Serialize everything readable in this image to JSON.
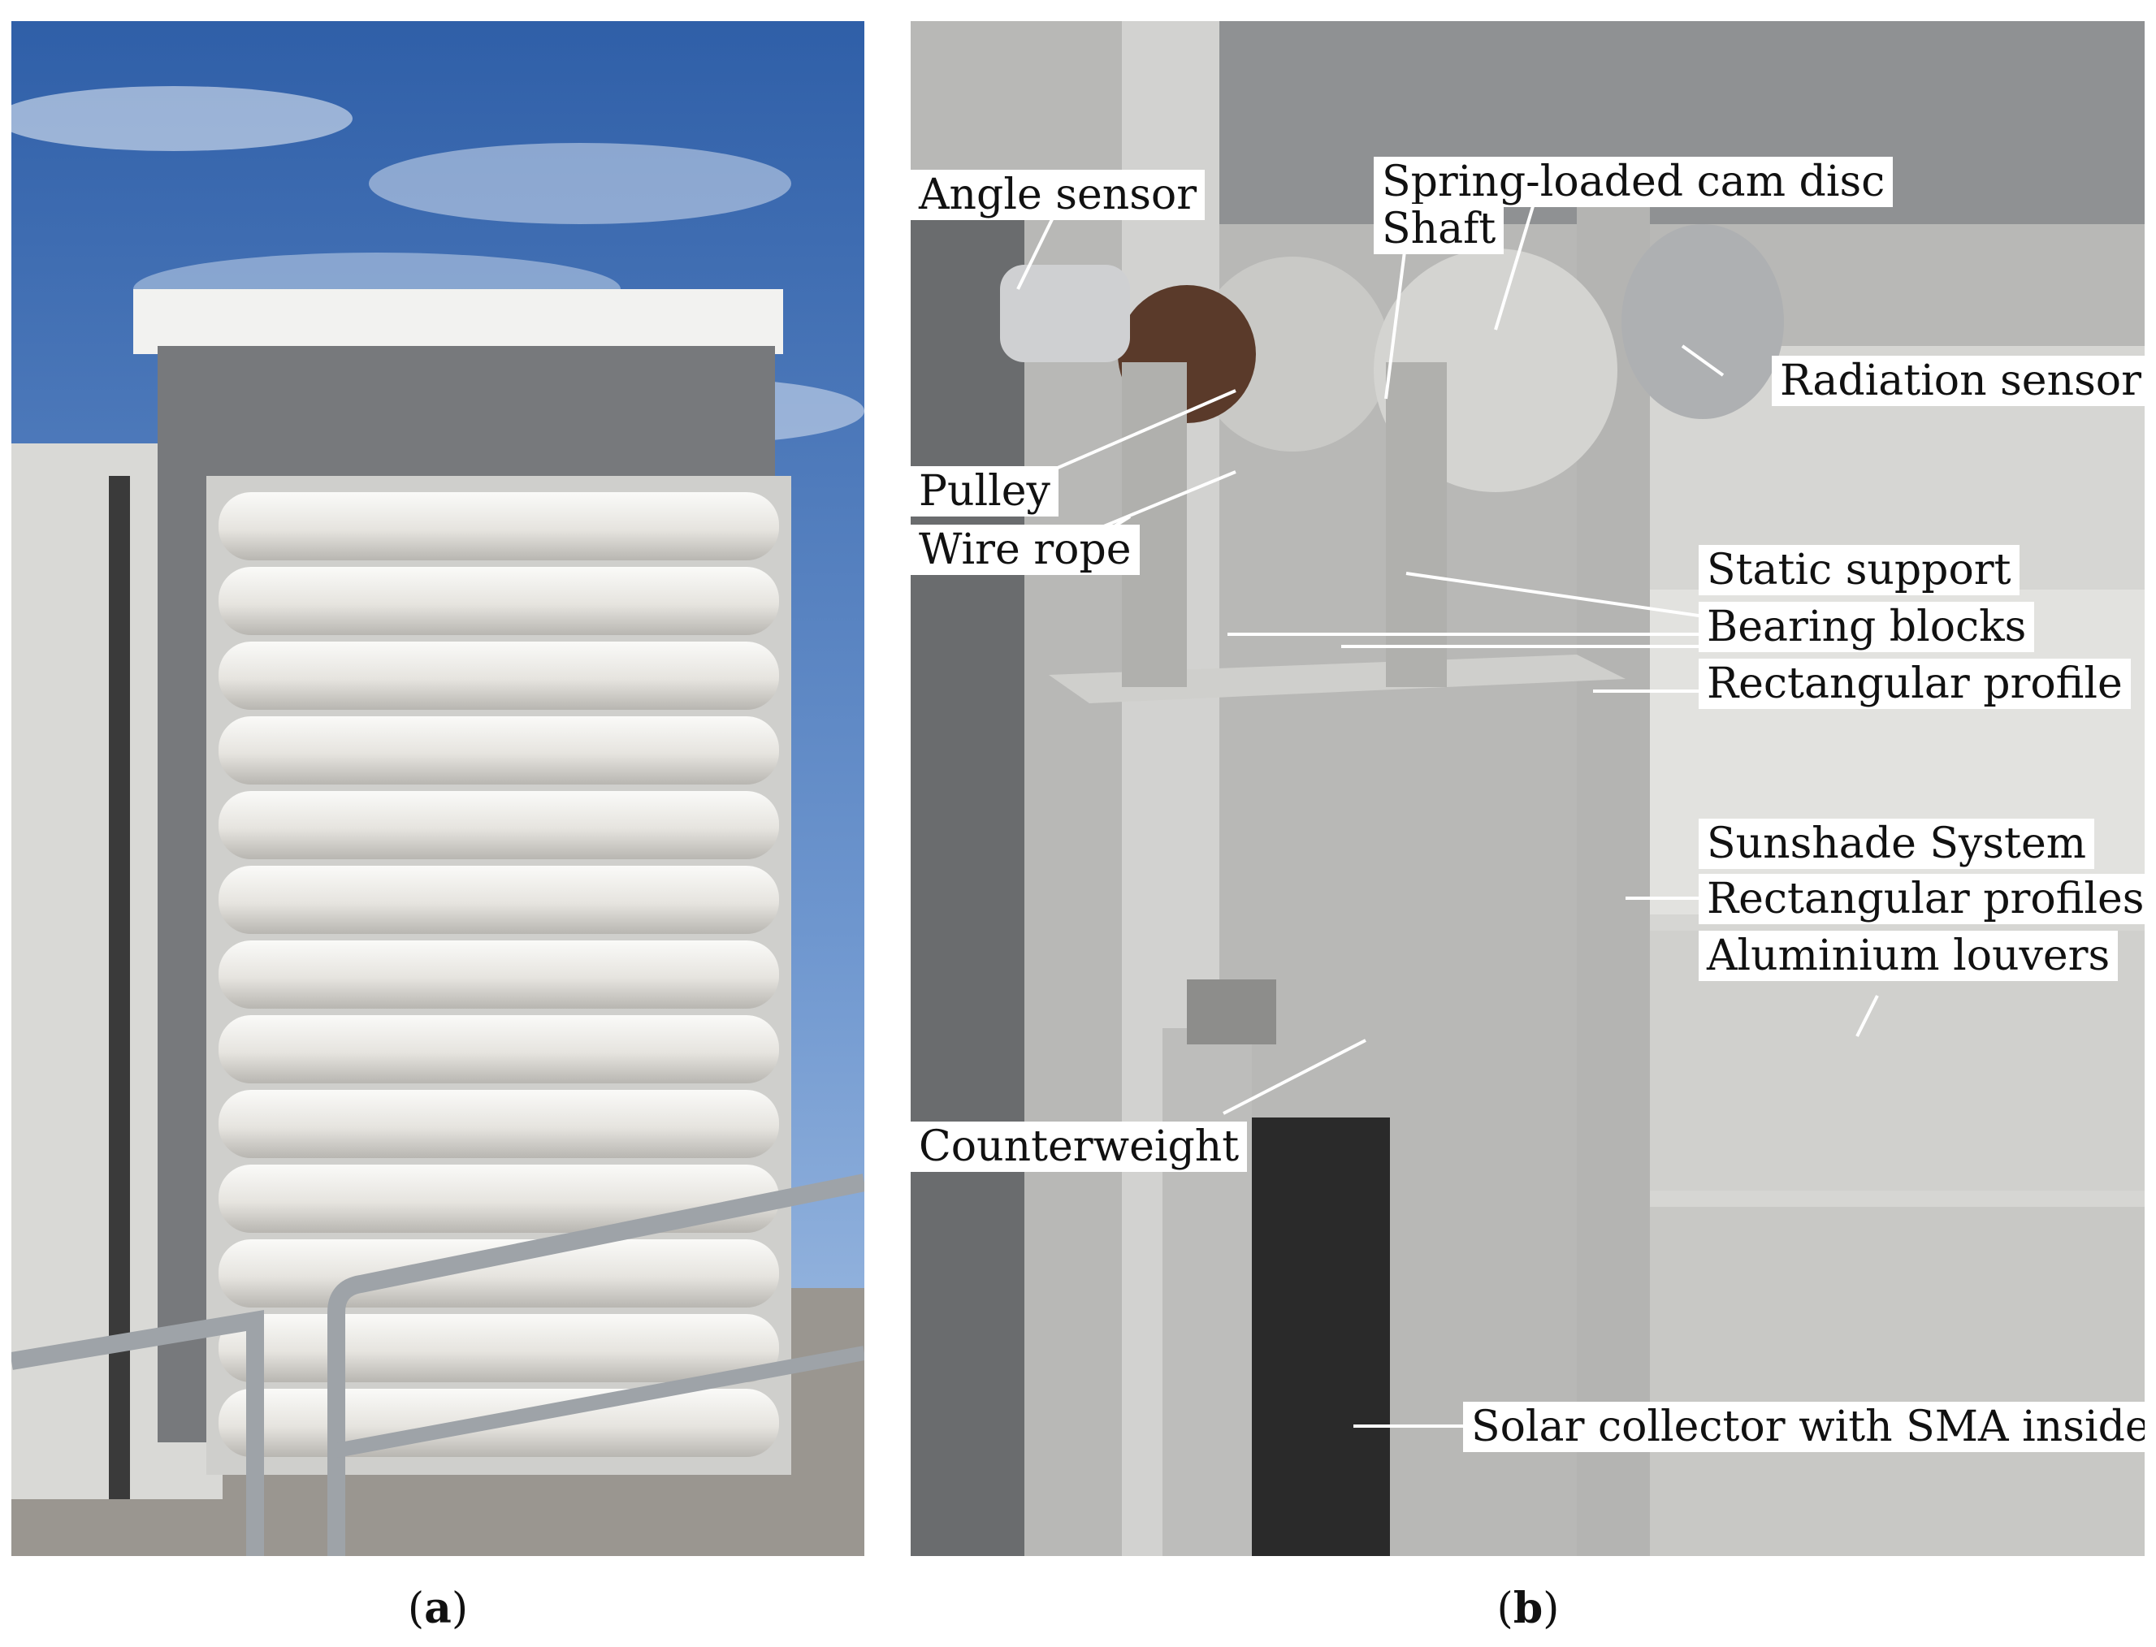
{
  "captions": {
    "a": "a",
    "b": "b"
  },
  "labels": {
    "angle_sensor": "Angle sensor",
    "cam_disc": "Spring-loaded cam disc",
    "shaft": "Shaft",
    "radiation_sensor": "Radiation sensor",
    "pulley": "Pulley",
    "wire_rope": "Wire rope",
    "static_support": "Static support",
    "bearing_blocks": "Bearing blocks",
    "rect_profile": "Rectangular profile",
    "sunshade": "Sunshade System",
    "rect_profiles": "Rectangular profiles",
    "louvers": "Aluminium louvers",
    "counterweight": "Counterweight",
    "collector": "Solar collector with SMA inside"
  },
  "colors": {
    "sky": "#3f6fb3",
    "louver": "#e8e6e1",
    "frame": "#8a8c8f"
  }
}
